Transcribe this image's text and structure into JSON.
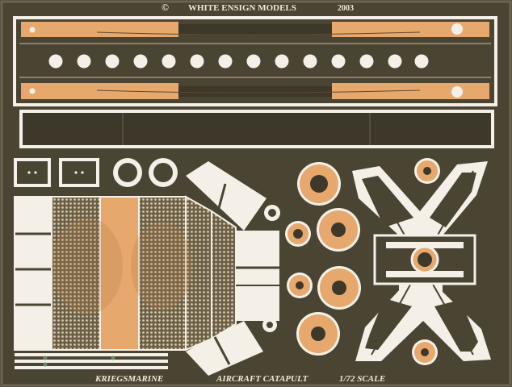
{
  "header": {
    "copyright_symbol": "©",
    "brand": "WHITE ENSIGN MODELS",
    "year": "2003"
  },
  "footer": {
    "left": "KRIEGSMARINE",
    "center": "AIRCRAFT CATAPULT",
    "right": "1/72 SCALE"
  },
  "colors": {
    "sheet": "#4a4433",
    "brass": "#e7a86d",
    "frame": "#f4f0e8",
    "etched_dark": "#5a5240"
  }
}
